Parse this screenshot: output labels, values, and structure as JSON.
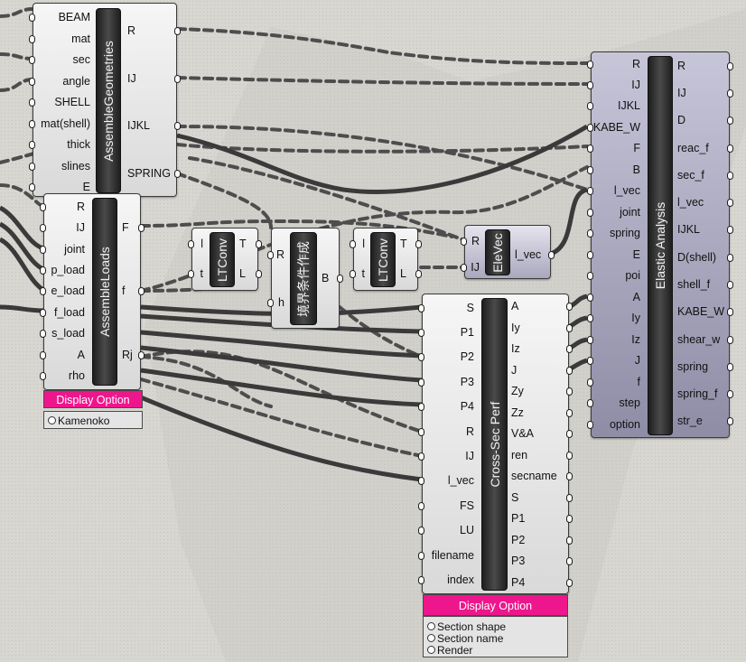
{
  "components": {
    "assemble_geometries": {
      "title": "AssembleGeometries",
      "inputs": [
        "BEAM",
        "mat",
        "sec",
        "angle",
        "SHELL",
        "mat(shell)",
        "thick",
        "slines",
        "E"
      ],
      "outputs": [
        "R",
        "IJ",
        "IJKL",
        "SPRING"
      ]
    },
    "assemble_loads": {
      "title": "AssembleLoads",
      "inputs": [
        "R",
        "IJ",
        "joint",
        "p_load",
        "e_load",
        "f_load",
        "s_load",
        "A",
        "rho"
      ],
      "outputs": [
        "F",
        "f",
        "Rj"
      ],
      "display_option": "Display Option",
      "radio_options": [
        "Kamenoko"
      ]
    },
    "ltconv_1": {
      "title": "LTConv",
      "inputs": [
        "l",
        "t"
      ],
      "outputs": [
        "T",
        "L"
      ]
    },
    "boundary": {
      "title": "境界条件作成",
      "inputs": [
        "R",
        "h"
      ],
      "outputs": [
        "B"
      ]
    },
    "ltconv_2": {
      "title": "LTConv",
      "inputs": [
        "l",
        "t"
      ],
      "outputs": [
        "T",
        "L"
      ]
    },
    "elevec": {
      "title": "EleVec",
      "inputs": [
        "R",
        "IJ"
      ],
      "outputs": [
        "l_vec"
      ]
    },
    "cross_sec": {
      "title": "Cross-Sec Perf",
      "inputs": [
        "S",
        "P1",
        "P2",
        "P3",
        "P4",
        "R",
        "IJ",
        "l_vec",
        "FS",
        "LU",
        "filename",
        "index"
      ],
      "outputs": [
        "A",
        "Iy",
        "Iz",
        "J",
        "Zy",
        "Zz",
        "V&A",
        "ren",
        "secname",
        "S",
        "P1",
        "P2",
        "P3",
        "P4"
      ],
      "display_option": "Display Option",
      "radio_options": [
        "Section shape",
        "Section name",
        "Render"
      ]
    },
    "elastic": {
      "title": "Elastic Analysis",
      "inputs": [
        "R",
        "IJ",
        "IJKL",
        "KABE_W",
        "F",
        "B",
        "l_vec",
        "joint",
        "spring",
        "E",
        "poi",
        "A",
        "Iy",
        "Iz",
        "J",
        "f",
        "step",
        "option"
      ],
      "outputs": [
        "R",
        "IJ",
        "D",
        "reac_f",
        "sec_f",
        "l_vec",
        "IJKL",
        "D(shell)",
        "shell_f",
        "KABE_W",
        "shear_w",
        "spring",
        "spring_f",
        "str_e"
      ]
    }
  },
  "colors": {
    "canvas": "#d6d4cf",
    "display_option": "#ee168c",
    "component_bar": "#2a2a2a",
    "wire": "#5a5a5a"
  }
}
